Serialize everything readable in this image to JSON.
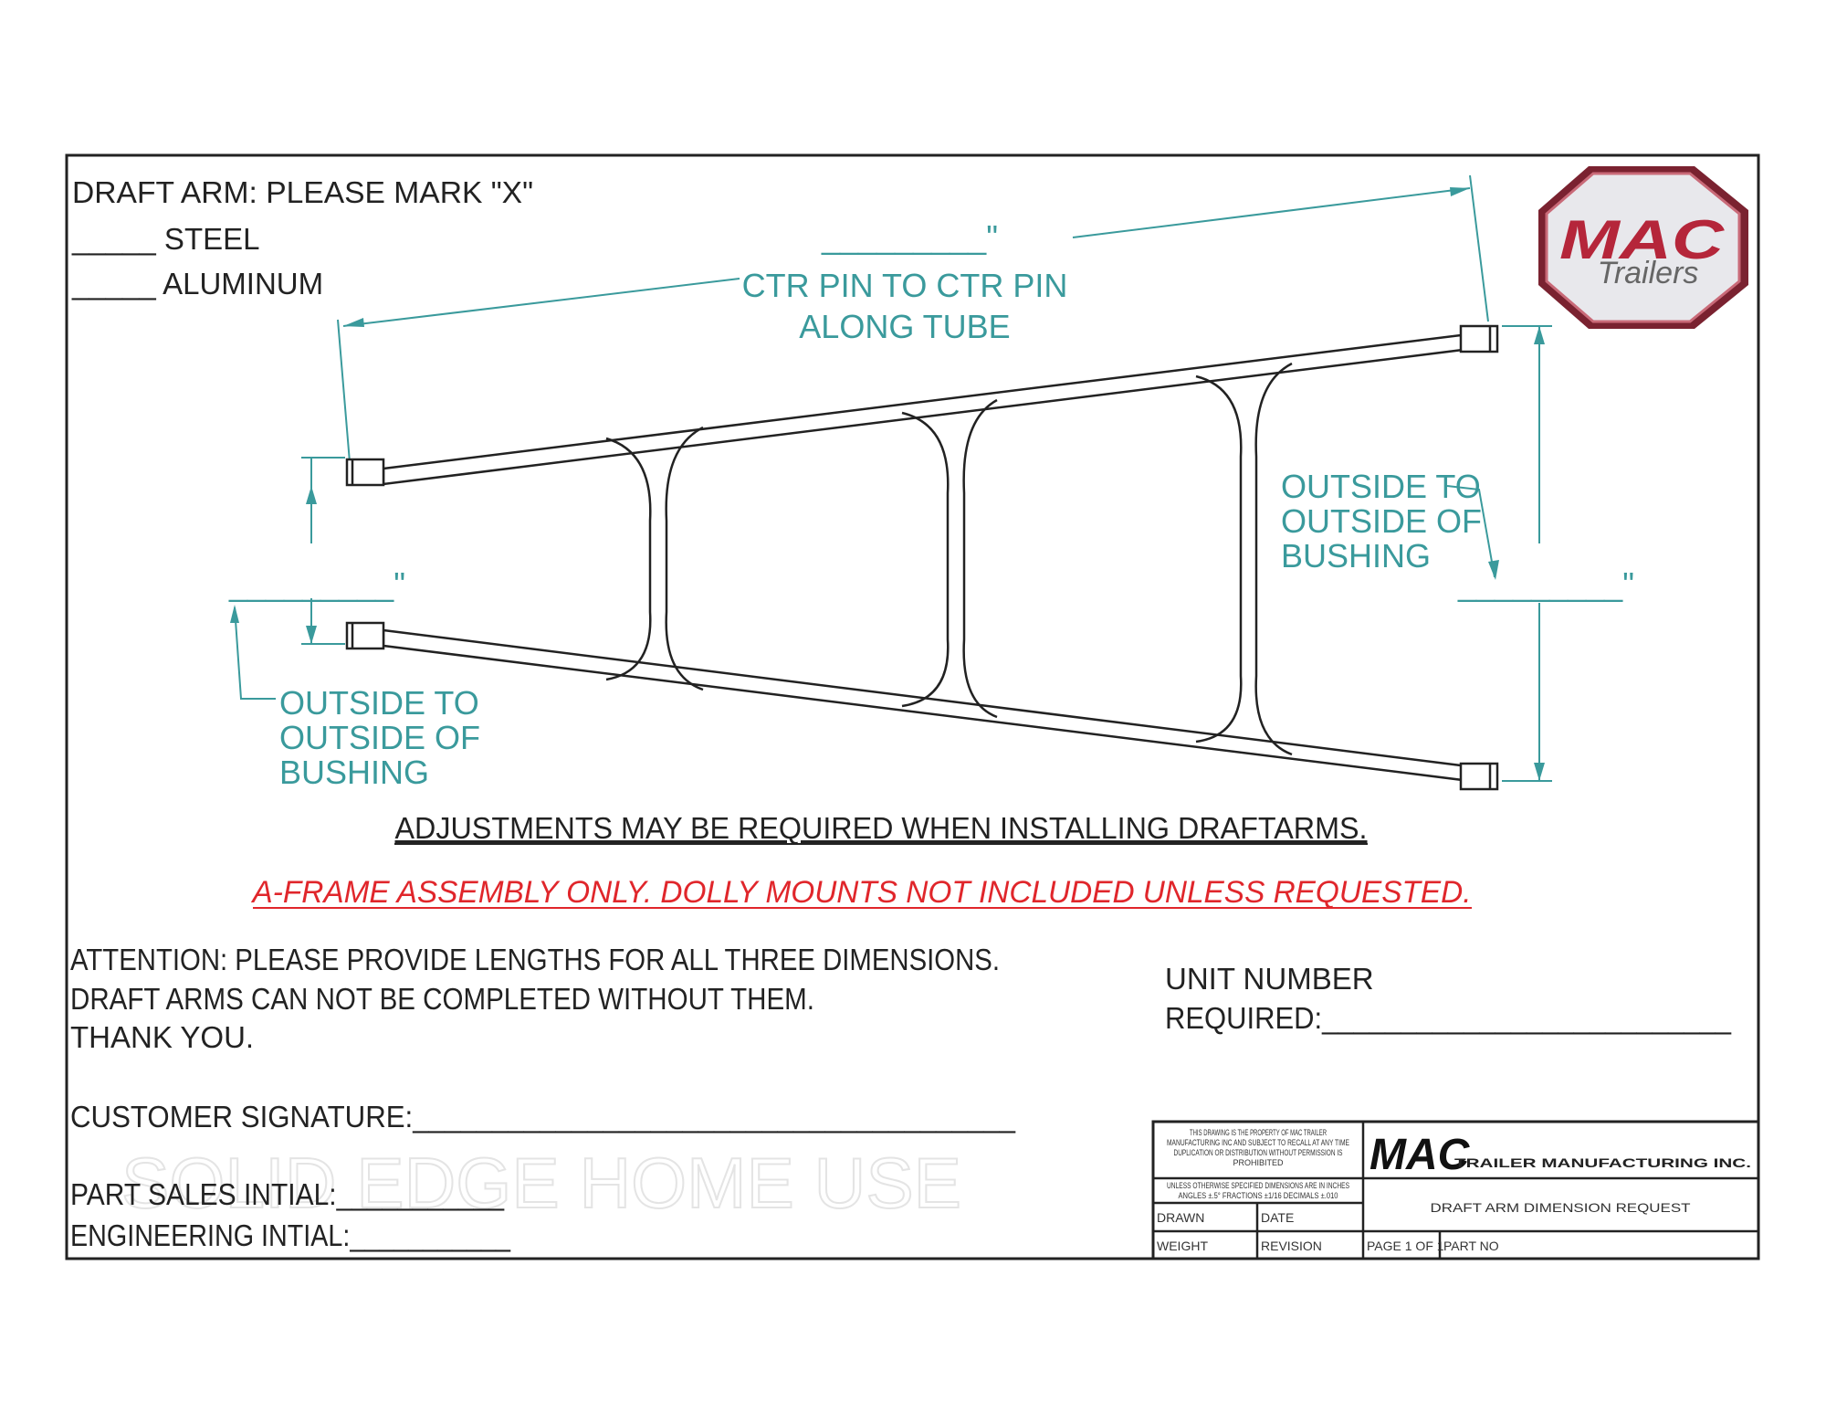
{
  "material": {
    "heading": "DRAFT ARM: PLEASE MARK \"X\"",
    "steel": "_____ STEEL",
    "aluminum": "_____ ALUMINUM"
  },
  "logo": {
    "text": "MAC",
    "script": "Trailers"
  },
  "dimensions": {
    "ctr_blank": "_________\"",
    "ctr_line1": "CTR PIN TO CTR PIN",
    "ctr_line2": "ALONG TUBE",
    "left_blank": "_________\"",
    "left_line1": "OUTSIDE TO",
    "left_line2": "OUTSIDE OF",
    "left_line3": "BUSHING",
    "right_blank": "_________\"",
    "right_line1": "OUTSIDE TO",
    "right_line2": "OUTSIDE OF",
    "right_line3": "BUSHING"
  },
  "notes": {
    "adjustments": "ADJUSTMENTS MAY BE REQUIRED WHEN INSTALLING DRAFTARMS.",
    "aframe": "A-FRAME ASSEMBLY ONLY.  DOLLY MOUNTS NOT INCLUDED UNLESS REQUESTED.",
    "attention1": "ATTENTION: PLEASE PROVIDE LENGTHS FOR ALL THREE DIMENSIONS.",
    "attention2": "DRAFT ARMS CAN NOT BE COMPLETED WITHOUT THEM.",
    "attention3": "THANK YOU.",
    "unit1": "UNIT NUMBER",
    "unit2": "REQUIRED:__________________________",
    "signature": "CUSTOMER SIGNATURE:______________________________________",
    "watermark": "SOLID EDGE HOME USE",
    "part_sales": "PART SALES INTIAL:___________",
    "engineering": "ENGINEERING INTIAL:___________"
  },
  "title_block": {
    "property_1": "THIS DRAWING IS THE PROPERTY OF MAC TRAILER",
    "property_2": "MANUFACTURING INC AND SUBJECT TO RECALL AT ANY TIME",
    "property_3": "DUPLICATION OR DISTRIBUTION WITHOUT PERMISSION IS",
    "property_4": "PROHIBITED",
    "tolerance_1": "UNLESS OTHERWISE SPECIFIED DIMENSIONS ARE IN INCHES",
    "tolerance_2": "ANGLES ±.5°  FRACTIONS ±1/16  DECIMALS ±.010",
    "company_logo": "MAC",
    "company_name": "TRAILER MANUFACTURING INC.",
    "title": "DRAFT ARM DIMENSION REQUEST",
    "drawn": "DRAWN",
    "date": "DATE",
    "weight": "WEIGHT",
    "revision": "REVISION",
    "page": "PAGE 1 OF 1",
    "part_no": "PART NO"
  },
  "colors": {
    "teal": "#3a9a9c",
    "red": "#e0262b",
    "logo_red": "#b5263a"
  }
}
